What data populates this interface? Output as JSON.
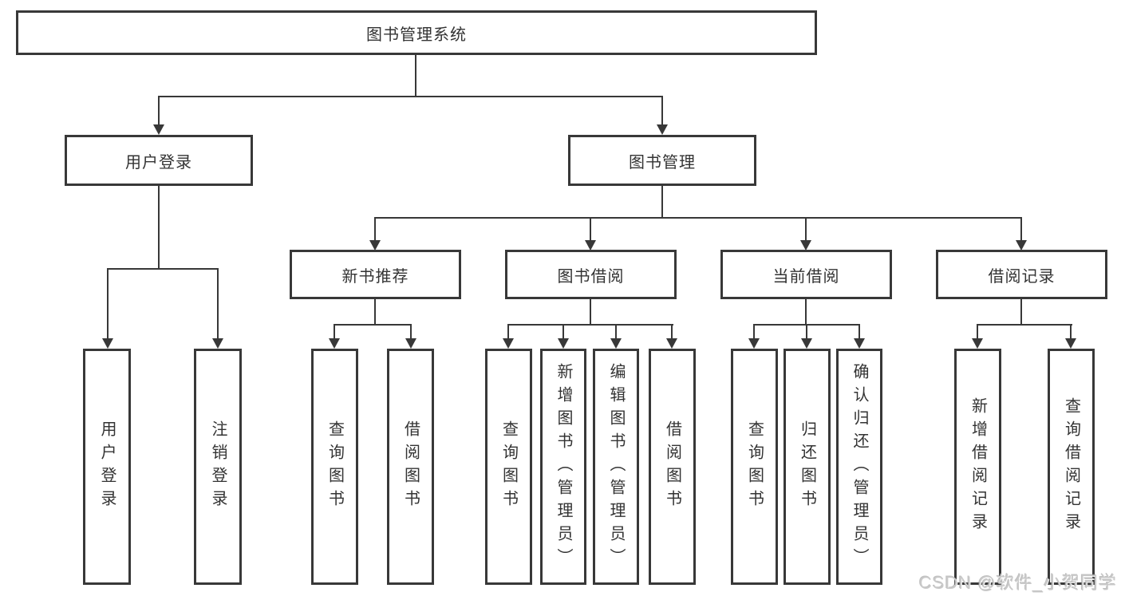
{
  "diagram": {
    "root": {
      "label": "图书管理系统"
    },
    "level2": [
      {
        "label": "用户登录"
      },
      {
        "label": "图书管理"
      }
    ],
    "level3": [
      {
        "label": "新书推荐"
      },
      {
        "label": "图书借阅"
      },
      {
        "label": "当前借阅"
      },
      {
        "label": "借阅记录"
      }
    ],
    "leaves": {
      "login": [
        {
          "label": "用户登录"
        },
        {
          "label": "注销登录"
        }
      ],
      "recommend": [
        {
          "label": "查询图书"
        },
        {
          "label": "借阅图书"
        }
      ],
      "borrow": [
        {
          "label": "查询图书"
        },
        {
          "label": "新增图书（管理员）"
        },
        {
          "label": "编辑图书（管理员）"
        },
        {
          "label": "借阅图书"
        }
      ],
      "current": [
        {
          "label": "查询图书"
        },
        {
          "label": "归还图书"
        },
        {
          "label": "确认归还（管理员）"
        }
      ],
      "records": [
        {
          "label": "新增借阅记录"
        },
        {
          "label": "查询借阅记录"
        }
      ]
    },
    "watermark": "CSDN @软件_小贺同学",
    "colors": {
      "line": "#383838",
      "text": "#333333",
      "background": "#ffffff",
      "watermark": "#c9c9c9"
    }
  }
}
